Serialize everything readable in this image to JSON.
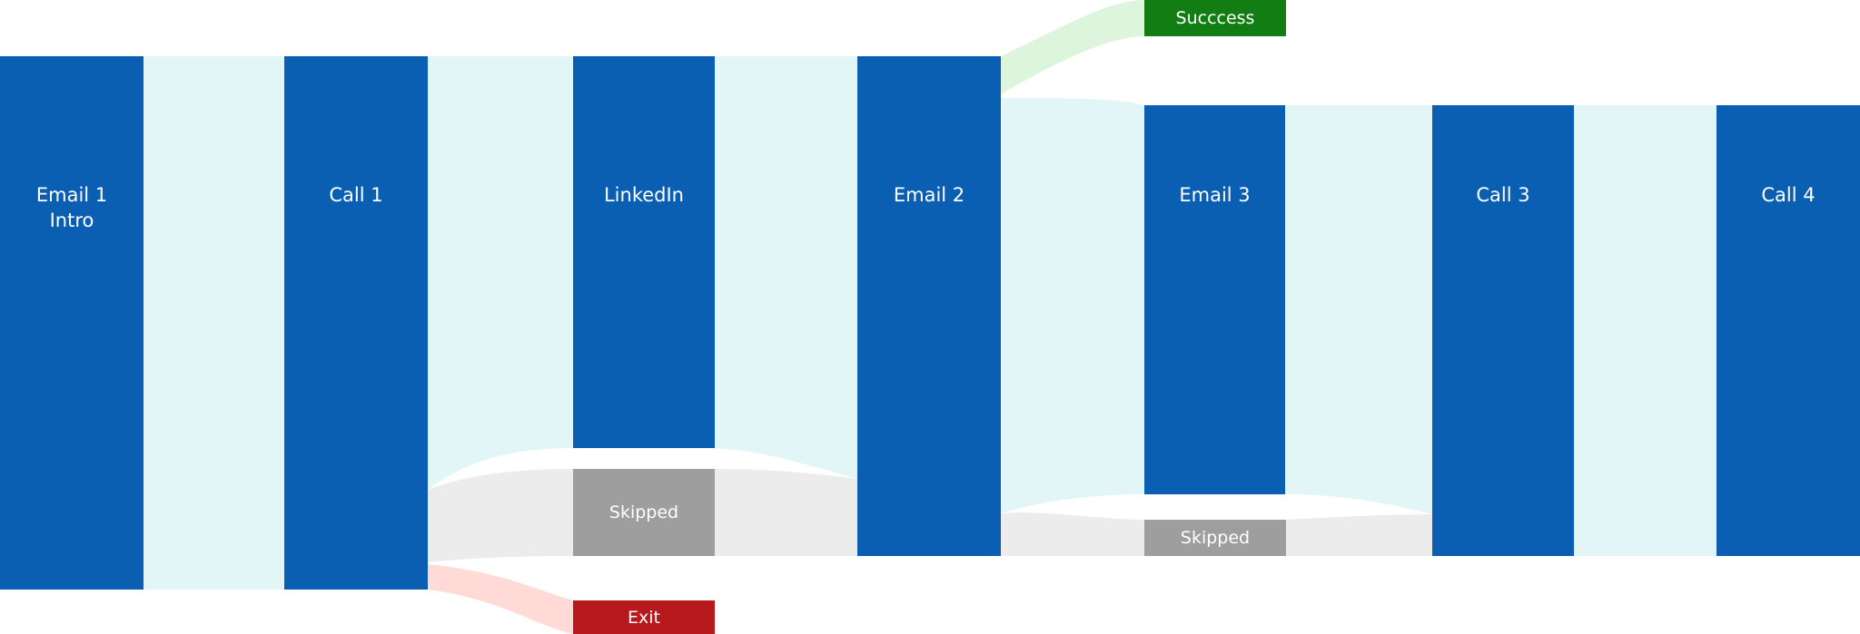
{
  "nodes": {
    "email1": {
      "label": "Email 1\nIntro"
    },
    "call1": {
      "label": "Call 1"
    },
    "linkedin": {
      "label": "LinkedIn"
    },
    "email2": {
      "label": "Email 2"
    },
    "email3": {
      "label": "Email 3"
    },
    "call3": {
      "label": "Call 3"
    },
    "call4": {
      "label": "Call 4"
    },
    "success": {
      "label": "Succcess"
    },
    "skipped1": {
      "label": "Skipped"
    },
    "skipped2": {
      "label": "Skipped"
    },
    "exit": {
      "label": "Exit"
    }
  },
  "colors": {
    "step": "#0b5fb3",
    "skipped": "#9e9e9e",
    "success": "#127d12",
    "exit": "#b8191d",
    "flow_main": "#e2f6f8",
    "flow_skipped": "#ececec",
    "flow_success": "#dcf5dc",
    "flow_exit": "#ffdad6"
  }
}
